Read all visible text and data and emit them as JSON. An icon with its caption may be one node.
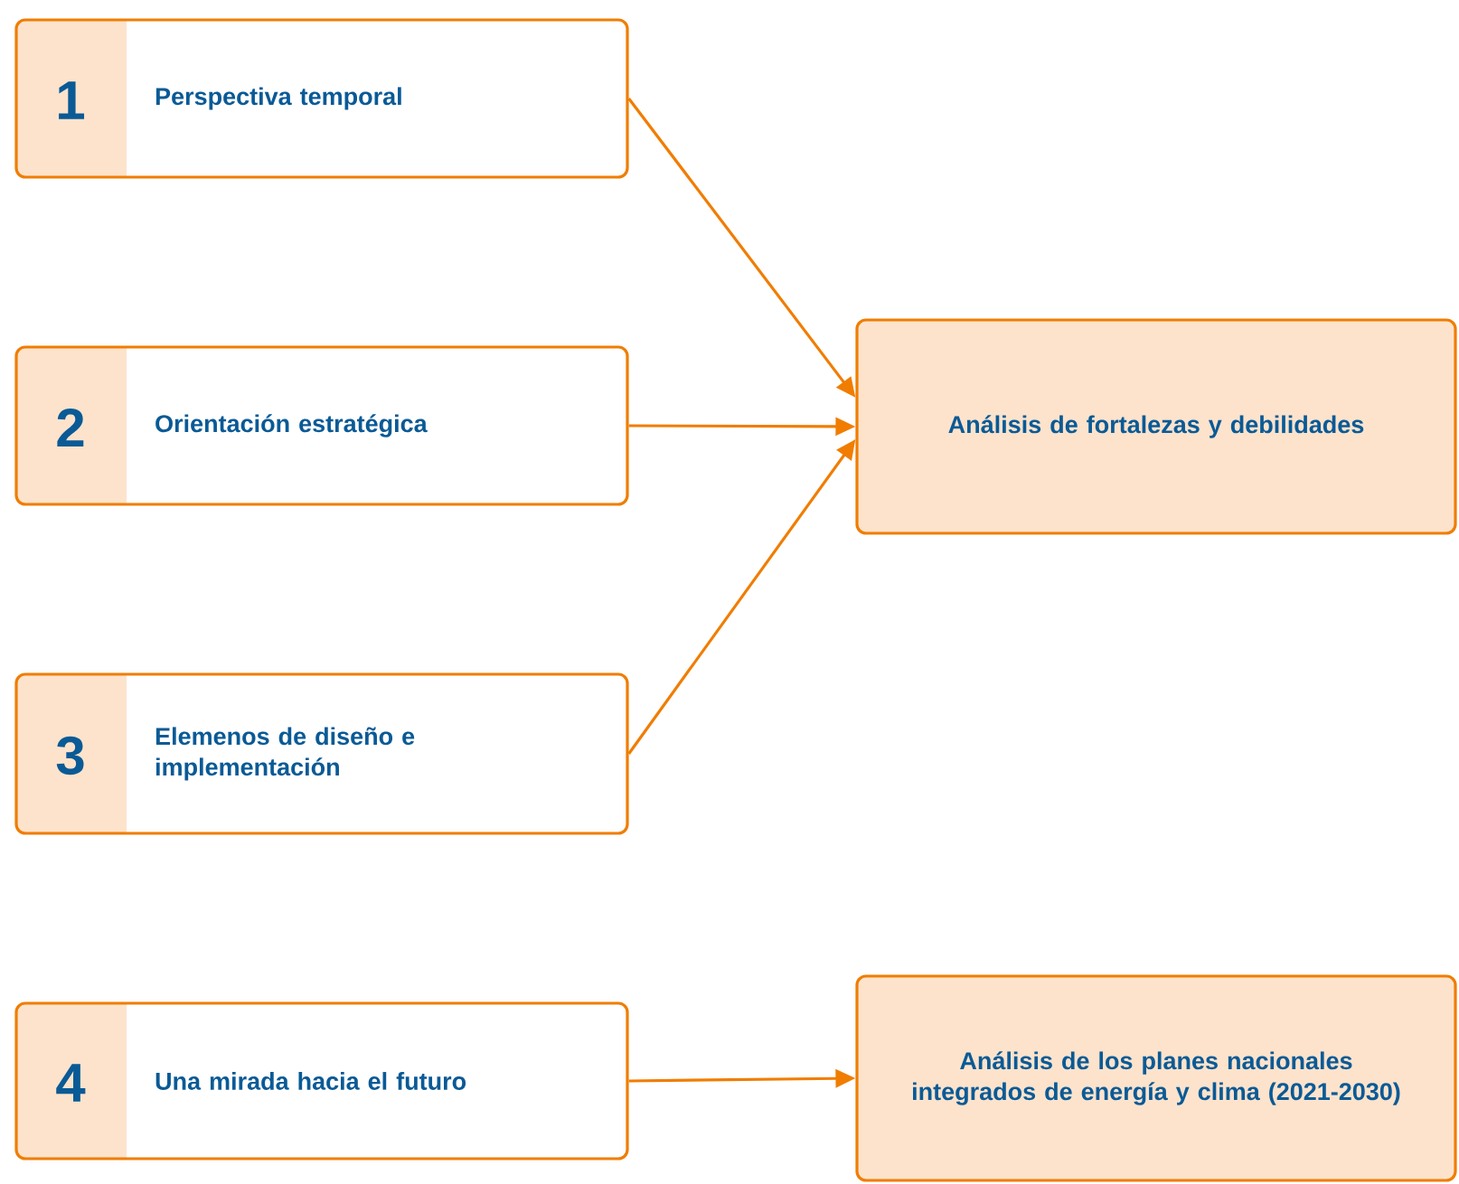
{
  "diagram": {
    "nodes": [
      {
        "text": [
          "1",
          "Perspectiva temporal"
        ]
      },
      {
        "text": [
          "2",
          "Orientación estratégica"
        ]
      },
      {
        "text": [
          "3",
          "Elemenos de diseño e implementación"
        ]
      },
      {
        "text": [
          "4",
          "Una mirada hacia el futuro"
        ]
      },
      {
        "text": [
          "Análisis de fortalezas y debilidades"
        ]
      },
      {
        "text": [
          "Análisis de los planes nacionales integrados de energía y clima (2021-2030)"
        ]
      }
    ],
    "edges": [
      {
        "from": 0,
        "to": 4,
        "arrow": "to"
      },
      {
        "from": 1,
        "to": 4,
        "arrow": "to"
      },
      {
        "from": 2,
        "to": 4,
        "arrow": "to"
      },
      {
        "from": 3,
        "to": 5,
        "arrow": "to"
      }
    ]
  }
}
